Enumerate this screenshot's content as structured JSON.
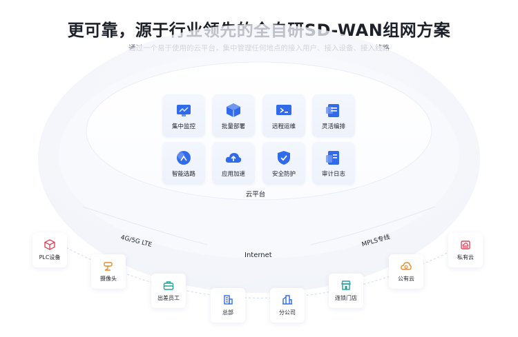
{
  "header": {
    "title": "更可靠，源于行业领先的全自研SD-WAN组网方案",
    "subtitle": "通过一个易于使用的云平台，集中管理任何地点的接入用户、接入设备、接入线路"
  },
  "cloud_platform": {
    "label": "云平台",
    "features": [
      {
        "label": "集中监控",
        "icon": "monitor-chart-icon"
      },
      {
        "label": "批量部署",
        "icon": "deploy-cube-icon"
      },
      {
        "label": "远程运维",
        "icon": "remote-ops-icon"
      },
      {
        "label": "灵活编排",
        "icon": "orchestration-icon"
      },
      {
        "label": "智能选路",
        "icon": "route-select-icon"
      },
      {
        "label": "应用加速",
        "icon": "cloud-accelerate-icon"
      },
      {
        "label": "安全防护",
        "icon": "shield-icon"
      },
      {
        "label": "审计日志",
        "icon": "audit-log-icon"
      }
    ]
  },
  "network": {
    "internet_label": "Internet",
    "lte_label": "4G/5G LTE",
    "mpls_label": "MPLS专线"
  },
  "endpoints": [
    {
      "label": "PLC设备",
      "icon": "plc-box-icon",
      "color": "#e0445a"
    },
    {
      "label": "摄像头",
      "icon": "camera-icon",
      "color": "#f08a24"
    },
    {
      "label": "出差员工",
      "icon": "briefcase-icon",
      "color": "#1ba39c"
    },
    {
      "label": "总部",
      "icon": "headquarters-building-icon",
      "color": "#2f6bea"
    },
    {
      "label": "分公司",
      "icon": "branch-building-icon",
      "color": "#2f6bea"
    },
    {
      "label": "连锁门店",
      "icon": "store-icon",
      "color": "#1ba39c"
    },
    {
      "label": "公有云",
      "icon": "public-cloud-icon",
      "color": "#f08a24"
    },
    {
      "label": "私有云",
      "icon": "private-cloud-icon",
      "color": "#e0445a"
    }
  ],
  "colors": {
    "accent_blue": "#2f6bea",
    "light_blue": "#6f97f2"
  }
}
